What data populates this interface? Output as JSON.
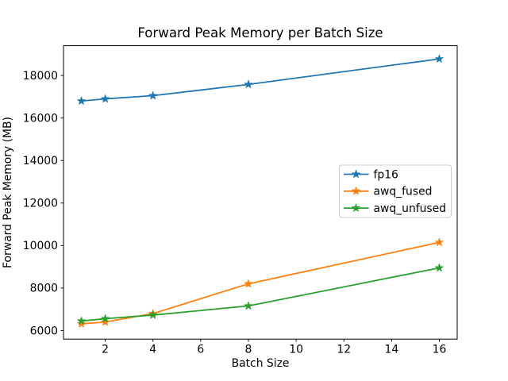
{
  "chart_data": {
    "type": "line",
    "title": "Forward Peak Memory per Batch Size",
    "xlabel": "Batch Size",
    "ylabel": "Forward Peak Memory (MB)",
    "x": [
      1,
      2,
      4,
      8,
      16
    ],
    "series": [
      {
        "name": "fp16",
        "color": "#1f77b4",
        "marker": "star",
        "values": [
          16800,
          16900,
          17050,
          17580,
          18780
        ]
      },
      {
        "name": "awq_fused",
        "color": "#ff7f0e",
        "marker": "star",
        "values": [
          6320,
          6400,
          6800,
          8200,
          10150
        ]
      },
      {
        "name": "awq_unfused",
        "color": "#2ca02c",
        "marker": "star",
        "values": [
          6450,
          6560,
          6730,
          7160,
          8950
        ]
      }
    ],
    "xlim": [
      0.25,
      16.75
    ],
    "ylim": [
      5600,
      19400
    ],
    "xticks": [
      "2",
      "4",
      "6",
      "8",
      "10",
      "12",
      "14",
      "16"
    ],
    "xtick_values": [
      2,
      4,
      6,
      8,
      10,
      12,
      14,
      16
    ],
    "yticks": [
      "6000",
      "8000",
      "10000",
      "12000",
      "14000",
      "16000",
      "18000"
    ],
    "ytick_values": [
      6000,
      8000,
      10000,
      12000,
      14000,
      16000,
      18000
    ],
    "grid": false,
    "legend": {
      "position": "center-right",
      "entries": [
        "fp16",
        "awq_fused",
        "awq_unfused"
      ],
      "border_color": "#cccccc",
      "background": "#ffffff"
    },
    "colors": {
      "spine": "#000000",
      "tick": "#000000",
      "background": "#ffffff"
    }
  }
}
